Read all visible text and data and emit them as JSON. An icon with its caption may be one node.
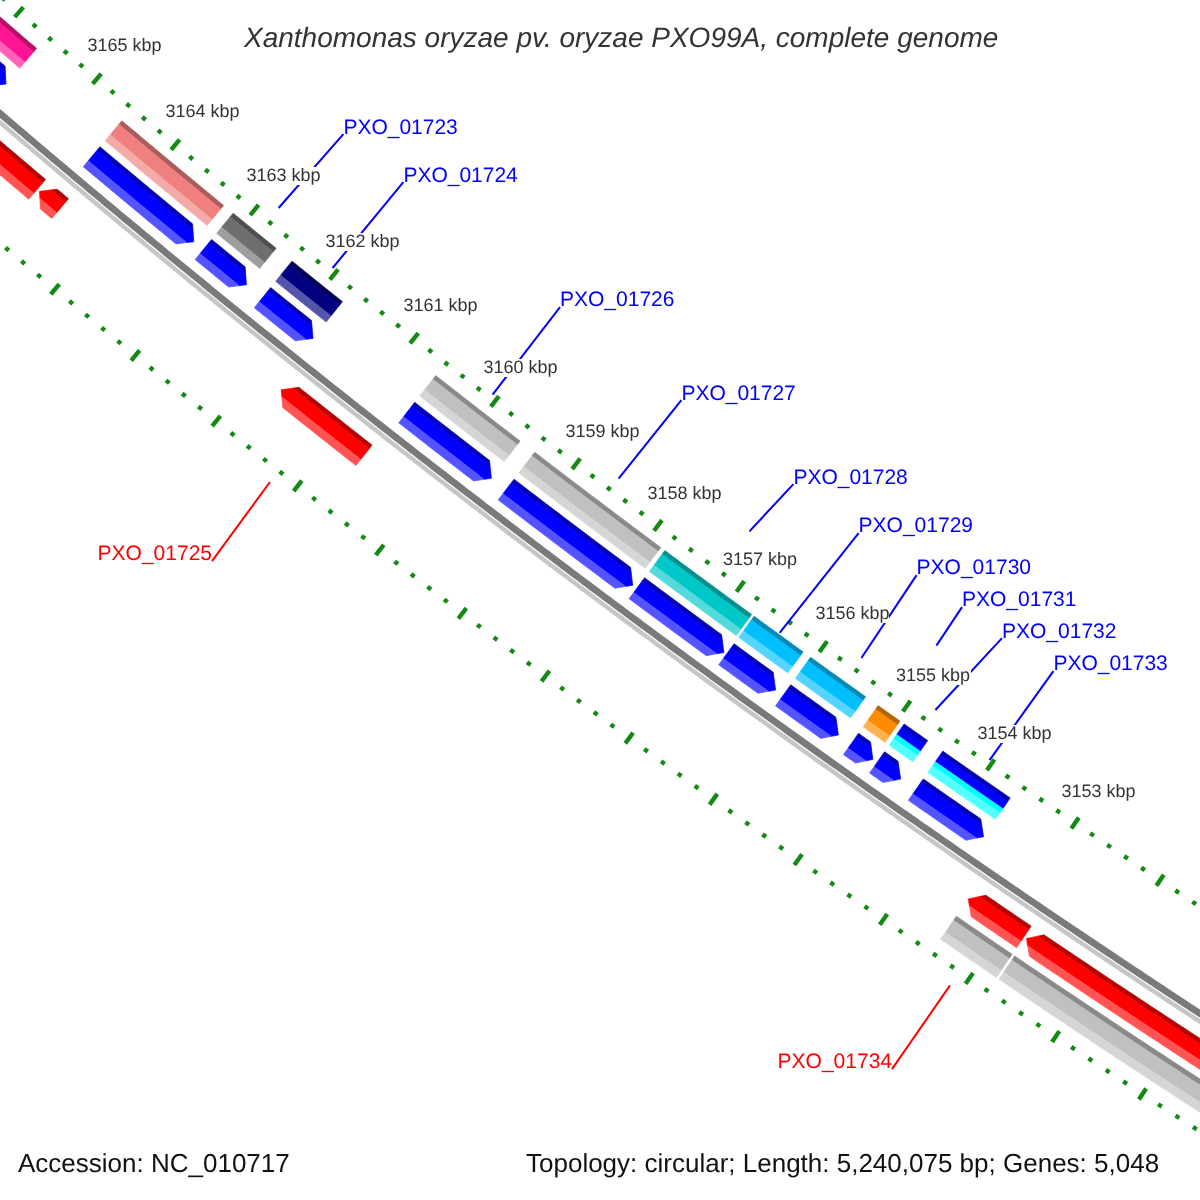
{
  "diagram": {
    "title": "Xanthomonas oryzae pv. oryzae PXO99A, complete genome",
    "nodes": [
      {
        "text": [
          "PXO_01723"
        ]
      },
      {
        "text": [
          "PXO_01724"
        ]
      },
      {
        "text": [
          "PXO_01726"
        ]
      },
      {
        "text": [
          "PXO_01727"
        ]
      },
      {
        "text": [
          "PXO_01728"
        ]
      },
      {
        "text": [
          "PXO_01729"
        ]
      },
      {
        "text": [
          "PXO_01725"
        ]
      },
      {
        "text": [
          "PXO_01730"
        ]
      },
      {
        "text": [
          "PXO_01731"
        ]
      },
      {
        "text": [
          "PXO_01732"
        ]
      },
      {
        "text": [
          "PXO_01733"
        ]
      },
      {
        "text": [
          "PXO_01734"
        ]
      }
    ],
    "edges": [
      {
        "from": 0,
        "to": null,
        "arrow": "none"
      },
      {
        "from": 1,
        "to": null,
        "arrow": "none"
      },
      {
        "from": 2,
        "to": null,
        "arrow": "none"
      },
      {
        "from": 3,
        "to": null,
        "arrow": "none"
      },
      {
        "from": 4,
        "to": null,
        "arrow": "none"
      },
      {
        "from": 5,
        "to": null,
        "arrow": "none"
      },
      {
        "from": 6,
        "to": null,
        "arrow": "none",
        "color": "#ff0000"
      },
      {
        "from": 7,
        "to": null,
        "arrow": "none"
      },
      {
        "from": 8,
        "to": null,
        "arrow": "none"
      },
      {
        "from": 9,
        "to": null,
        "arrow": "none"
      },
      {
        "from": 10,
        "to": null,
        "arrow": "none"
      },
      {
        "from": 11,
        "to": null,
        "arrow": "none",
        "color": "#ff0000"
      }
    ],
    "labels": [
      "3165 kbp",
      "3164 kbp",
      "3163 kbp",
      "3162 kbp",
      "3161 kbp",
      "3160 kbp",
      "3159 kbp",
      "3158 kbp",
      "3157 kbp",
      "3156 kbp",
      "3155 kbp",
      "3154 kbp",
      "3153 kbp",
      "Accession: NC_010717",
      "Topology: circular; Length: 5,240,075 bp; Genes: 5,048"
    ]
  }
}
